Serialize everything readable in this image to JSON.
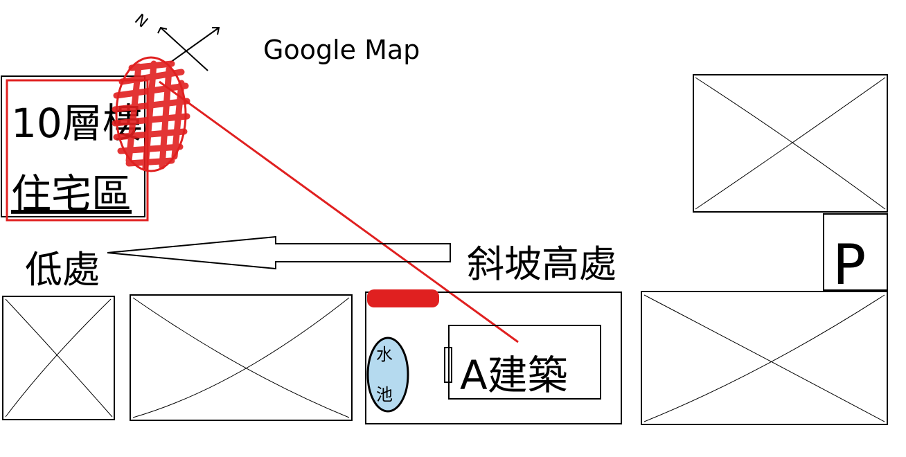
{
  "title": "Google Map",
  "compass": {
    "north_label": "N"
  },
  "labels": {
    "residential_line1": "10層樓",
    "residential_line2": "住宅區",
    "low_point": "低處",
    "slope_high": "斜坡高處",
    "parking": "P",
    "building_a": "A建築",
    "pool_line1": "水",
    "pool_line2": "池"
  },
  "colors": {
    "ink": "#000000",
    "annotation_red": "#e02020",
    "water_blue": "#a8d4ec"
  }
}
